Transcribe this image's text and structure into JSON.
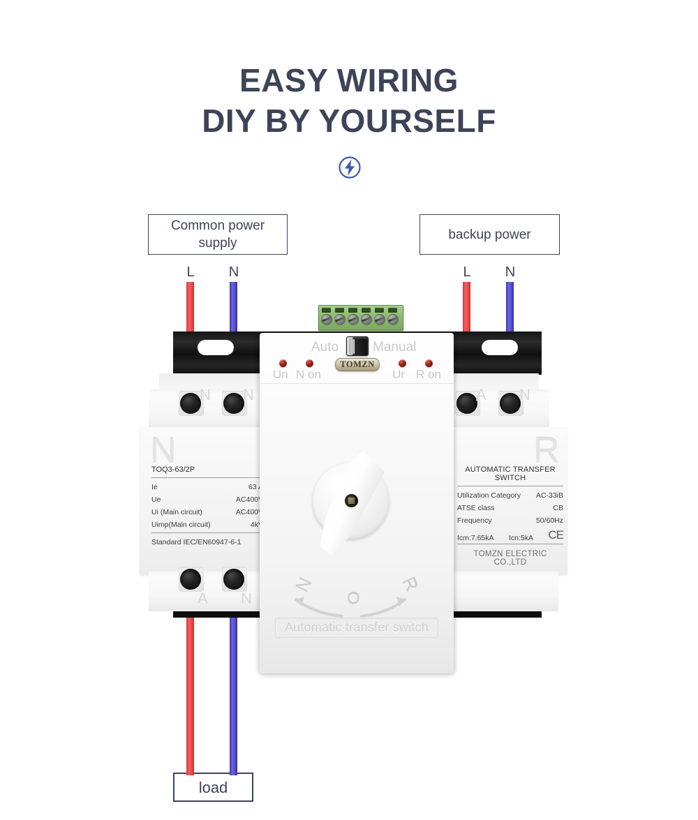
{
  "heading": {
    "line1": "EASY WIRING",
    "line2": "DIY BY YOURSELF",
    "badge_icon": "lightning-bolt-icon",
    "color": "#3d4457"
  },
  "callouts": {
    "common_power": "Common power\nsupply",
    "common_power_line1": "Common power",
    "common_power_line2": "supply",
    "backup_power": "backup power",
    "load": "load"
  },
  "wire_labels": {
    "common_l": "L",
    "common_n": "N",
    "backup_l": "L",
    "backup_n": "N"
  },
  "wires": [
    {
      "name": "common-power-live-wire",
      "color": "#ef4a4a",
      "role": "L"
    },
    {
      "name": "common-power-neutral-wire",
      "color": "#5550cf",
      "role": "N"
    },
    {
      "name": "backup-power-live-wire",
      "color": "#ef4a4a",
      "role": "L"
    },
    {
      "name": "backup-power-neutral-wire",
      "color": "#5550cf",
      "role": "N"
    },
    {
      "name": "load-live-wire",
      "color": "#ef4a4a",
      "role": "L"
    },
    {
      "name": "load-neutral-wire",
      "color": "#5550cf",
      "role": "N"
    }
  ],
  "device": {
    "controller": {
      "mode_auto": "Auto",
      "mode_manual": "Manual",
      "brand": "TOMZN",
      "leds": [
        {
          "label": "Un",
          "color": "#9d1f18"
        },
        {
          "label": "N on",
          "color": "#9d1f18"
        },
        {
          "label": "Ur",
          "color": "#9d1f18"
        },
        {
          "label": "R on",
          "color": "#9d1f18"
        }
      ],
      "dial": {
        "left": "N",
        "center": "O",
        "right": "R"
      },
      "nameplate": "Automatic transfer switch"
    },
    "left_panel": {
      "big_letter": "N",
      "model": "TOQ3-63/2P",
      "specs": [
        {
          "label": "Ie",
          "value": "63 A"
        },
        {
          "label": "Ue",
          "value": "AC400V"
        },
        {
          "label": "Ui (Main circuit)",
          "value": "AC400V"
        },
        {
          "label": "Uimp(Main circuit)",
          "value": "4kV"
        }
      ],
      "standard": "Standard   IEC/EN60947-6-1",
      "terminal_labels": {
        "top_left": "N",
        "top_right": "N",
        "bottom_left": "A",
        "bottom_right": "N"
      }
    },
    "right_panel": {
      "big_letter": "R",
      "title": "AUTOMATIC TRANSFER SWITCH",
      "specs": [
        {
          "label": "Utilization Category",
          "value": "AC-33iB"
        },
        {
          "label": "ATSE class",
          "value": "CB"
        },
        {
          "label": "Frequency",
          "value": "50/60Hz"
        }
      ],
      "icm": "Icm:7.65kA",
      "icn": "Icn:5kA",
      "ce_mark": "CE",
      "brand_line": "TOMZN ELECTRIC CO.,LTD",
      "terminal_labels": {
        "top_left": "A",
        "top_right": "N"
      }
    },
    "terminal_block": {
      "name": "green-terminal-block",
      "positions": 6,
      "color": "#8fbd74"
    }
  }
}
